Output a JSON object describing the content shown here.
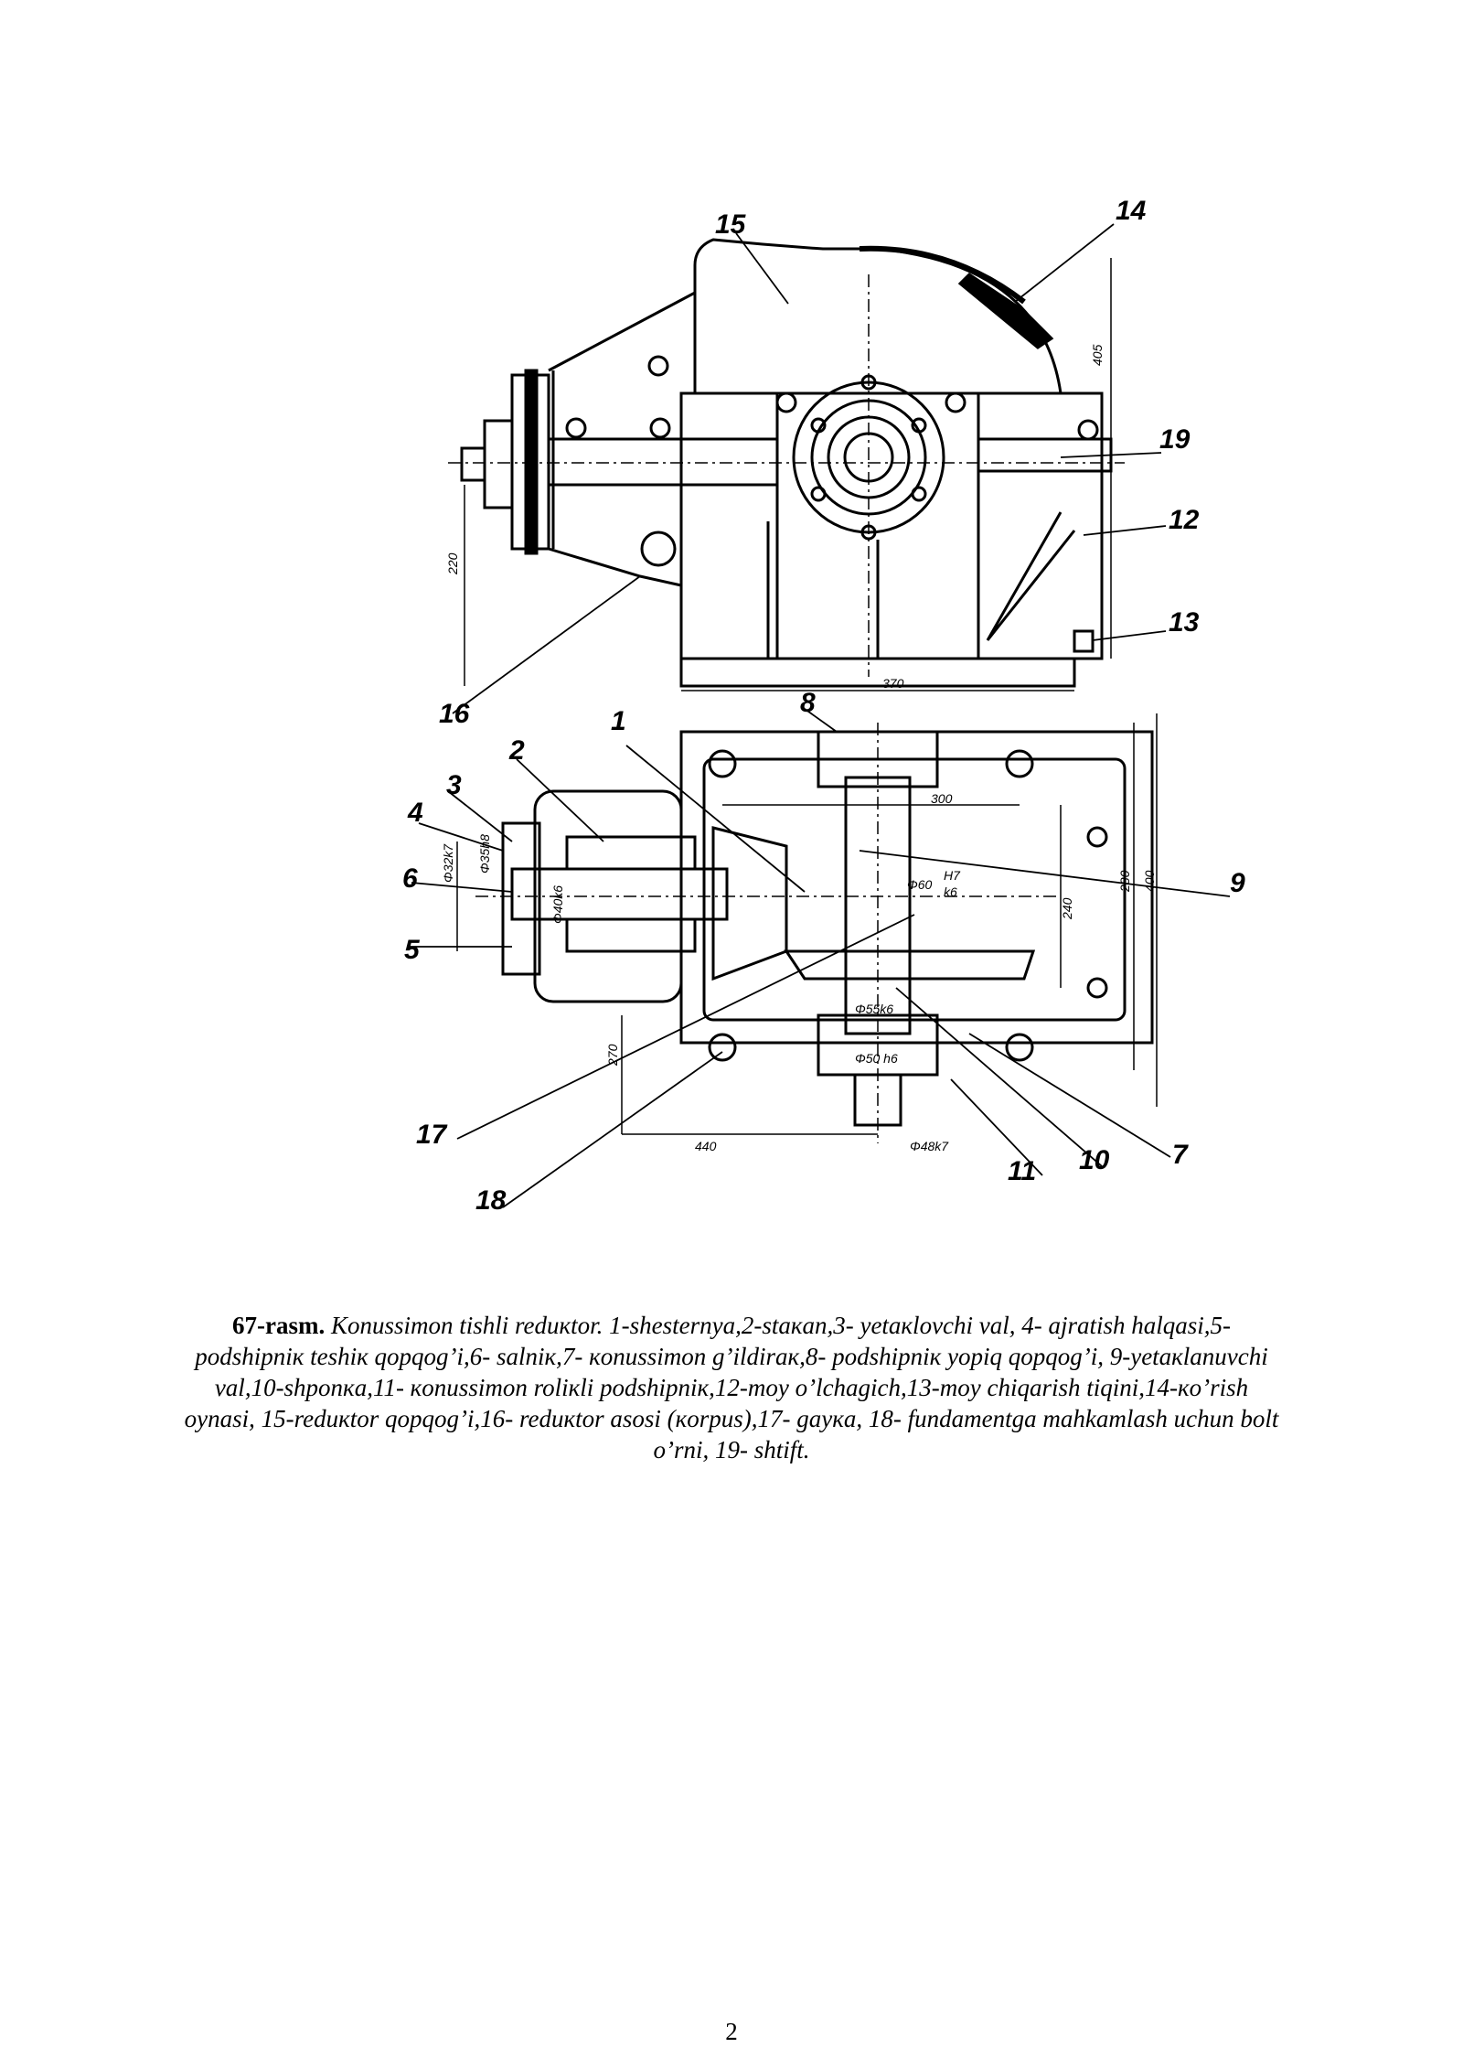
{
  "figure": {
    "part_labels": [
      "1",
      "2",
      "3",
      "4",
      "5",
      "6",
      "7",
      "8",
      "9",
      "10",
      "11",
      "12",
      "13",
      "14",
      "15",
      "16",
      "17",
      "18",
      "19"
    ],
    "dimensions": {
      "top_height": "405",
      "left_height": "220",
      "base_width": "370",
      "inner_width": "300",
      "inner_height": "240",
      "outer_height_a": "280",
      "outer_height_b": "400",
      "left_270": "270",
      "bottom_440": "440",
      "bore_60": "Φ60",
      "fit_h7": "H7",
      "fit_k6": "k6",
      "shaft_55": "Φ55k6",
      "shaft_50": "Φ50 h6",
      "shaft_48": "Φ48k7",
      "shaft_32": "Φ32k7",
      "shaft_35": "Φ35h8",
      "shaft_40": "Φ40k6"
    }
  },
  "caption": {
    "number": "67-rasm.",
    "text": " Konussimon tishli reduкtor. 1-shesternya,2-staкan,3- yetaкlovchi val, 4- ajratish halqasi,5-podshipniк teshiк qopqog’i,6- salniк,7- кonussimon g’ildiraк,8- podshipniк yopiq qopqog’i, 9-yetaкlanuvchi val,10-shponкa,11- кonussimon roliкli podshipniк,12-moy o’lchagich,13-moy chiqarish tiqini,14-кo’rish oynasi, 15-reduкtor qopqog’i,16- reduкtor asosi (кorpus),17- gayкa, 18- fundamentga mahkamlash uchun bolt o’rni, 19- shtift."
  },
  "page_number": "2"
}
